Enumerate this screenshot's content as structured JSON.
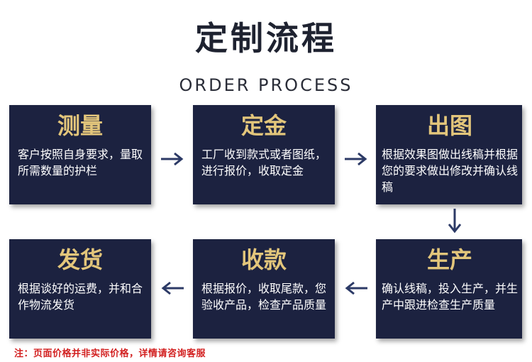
{
  "header": {
    "title": "定制流程",
    "subtitle": "ORDER PROCESS"
  },
  "steps": [
    {
      "title": "测量",
      "desc": "客户按照自身要求，量取所需数量的护栏"
    },
    {
      "title": "定金",
      "desc": "工厂收到款式或者图纸，进行报价，收取定金"
    },
    {
      "title": "出图",
      "desc": "根据效果图做出线稿并根据您的要求做出修改并确认线稿"
    },
    {
      "title": "生产",
      "desc": "确认线稿，投入生产，并生产中跟进检查生产质量"
    },
    {
      "title": "收款",
      "desc": "根据报价，收取尾款，您验收产品，检查产品质量"
    },
    {
      "title": "发货",
      "desc": "根据谈好的运费，并和合作物流发货"
    }
  ],
  "footer": {
    "note": "注：页面价格并非实际价格，详情请咨询客服"
  },
  "colors": {
    "card_bg": "#1c2240",
    "heading_gold": "#e3c67b",
    "arrow": "#2c3a66",
    "note_red": "#d21f1f"
  }
}
